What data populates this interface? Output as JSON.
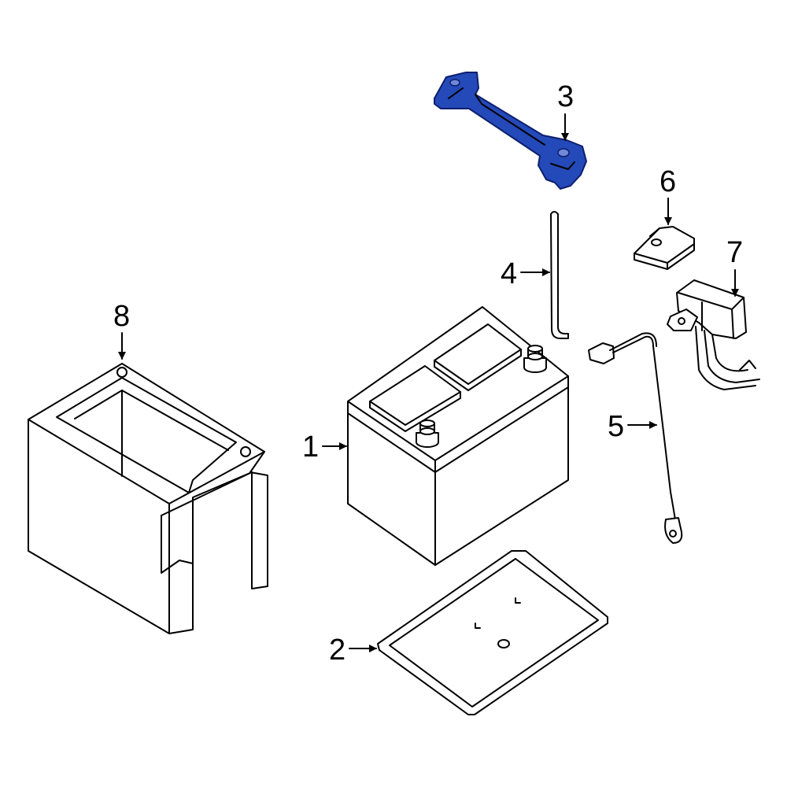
{
  "diagram": {
    "highlight_color": "#2449b8",
    "outline_color": "#000000",
    "background": "#ffffff",
    "highlighted_part": "3",
    "callouts": [
      {
        "id": "1",
        "label": "1"
      },
      {
        "id": "2",
        "label": "2"
      },
      {
        "id": "3",
        "label": "3"
      },
      {
        "id": "4",
        "label": "4"
      },
      {
        "id": "5",
        "label": "5"
      },
      {
        "id": "6",
        "label": "6"
      },
      {
        "id": "7",
        "label": "7"
      },
      {
        "id": "8",
        "label": "8"
      }
    ]
  }
}
